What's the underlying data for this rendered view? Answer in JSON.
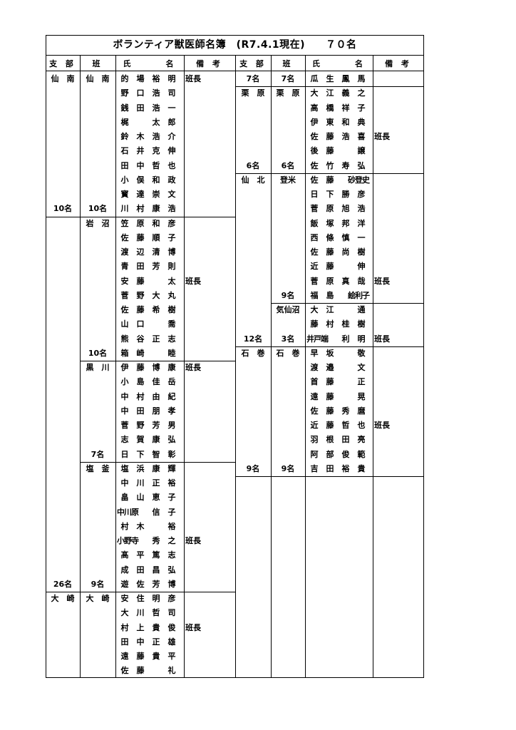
{
  "title": "ボランティア獣医師名簿　(R7.4.1現在)　　７０名",
  "headers": {
    "branch": "支 部",
    "group": "班",
    "name": "氏　　　名",
    "note": "備 考"
  },
  "left": [
    {
      "row": 0,
      "branch": "仙　南",
      "group": "仙　南",
      "name": [
        "的",
        "場",
        "裕",
        "明"
      ],
      "note": "班長"
    },
    {
      "row": 1,
      "name": [
        "野",
        "口",
        "浩",
        "司"
      ]
    },
    {
      "row": 2,
      "name": [
        "銭",
        "田",
        "浩",
        "一"
      ]
    },
    {
      "row": 3,
      "name": [
        "梶",
        "",
        "太",
        "郎"
      ]
    },
    {
      "row": 4,
      "name": [
        "鈴",
        "木",
        "浩",
        "介"
      ]
    },
    {
      "row": 5,
      "name": [
        "石",
        "井",
        "克",
        "伸"
      ]
    },
    {
      "row": 6,
      "name": [
        "田",
        "中",
        "哲",
        "也"
      ]
    },
    {
      "row": 7,
      "name": [
        "小",
        "俣",
        "和",
        "政"
      ]
    },
    {
      "row": 8,
      "name": [
        "寳",
        "達",
        "崇",
        "文"
      ]
    },
    {
      "row": 9,
      "branch": "10名",
      "group": "10名",
      "name": [
        "川",
        "村",
        "康",
        "浩"
      ]
    },
    {
      "row": 10,
      "group": "岩　沼",
      "name": [
        "笠",
        "原",
        "和",
        "彦"
      ]
    },
    {
      "row": 11,
      "name": [
        "佐",
        "藤",
        "順",
        "子"
      ]
    },
    {
      "row": 12,
      "name": [
        "渡",
        "辺",
        "清",
        "博"
      ]
    },
    {
      "row": 13,
      "name": [
        "青",
        "田",
        "芳",
        "則"
      ]
    },
    {
      "row": 14,
      "name": [
        "安",
        "藤",
        "",
        "太"
      ],
      "note": "班長"
    },
    {
      "row": 15,
      "name": [
        "菅",
        "野",
        "大",
        "丸"
      ]
    },
    {
      "row": 16,
      "name": [
        "佐",
        "藤",
        "希",
        "樹"
      ]
    },
    {
      "row": 17,
      "name": [
        "山",
        "口",
        "",
        "喬"
      ]
    },
    {
      "row": 18,
      "name": [
        "熊",
        "谷",
        "正",
        "志"
      ]
    },
    {
      "row": 19,
      "group": "10名",
      "name": [
        "箱",
        "崎",
        "",
        "睦"
      ]
    },
    {
      "row": 20,
      "group": "黒　川",
      "name": [
        "伊",
        "藤",
        "博",
        "康"
      ],
      "note": "班長"
    },
    {
      "row": 21,
      "name": [
        "小",
        "島",
        "佳",
        "岳"
      ]
    },
    {
      "row": 22,
      "name": [
        "中",
        "村",
        "由",
        "紀"
      ]
    },
    {
      "row": 23,
      "name": [
        "中",
        "田",
        "朋",
        "孝"
      ]
    },
    {
      "row": 24,
      "name": [
        "菅",
        "野",
        "芳",
        "男"
      ]
    },
    {
      "row": 25,
      "name": [
        "志",
        "賀",
        "康",
        "弘"
      ]
    },
    {
      "row": 26,
      "group": "7名",
      "name": [
        "日",
        "下",
        "智",
        "彰"
      ]
    },
    {
      "row": 27,
      "group": "塩　釜",
      "name": [
        "塩",
        "浜",
        "康",
        "輝"
      ]
    },
    {
      "row": 28,
      "name": [
        "中",
        "川",
        "正",
        "裕"
      ]
    },
    {
      "row": 29,
      "name": [
        "畠",
        "山",
        "恵",
        "子"
      ]
    },
    {
      "row": 30,
      "name": [
        "中川原",
        "信",
        "子"
      ]
    },
    {
      "row": 31,
      "name": [
        "村",
        "木",
        "",
        "裕"
      ]
    },
    {
      "row": 32,
      "name": [
        "小野寺",
        "秀",
        "之"
      ],
      "note": "班長"
    },
    {
      "row": 33,
      "name": [
        "髙",
        "平",
        "篤",
        "志"
      ]
    },
    {
      "row": 34,
      "name": [
        "成",
        "田",
        "昌",
        "弘"
      ]
    },
    {
      "row": 35,
      "branch": "26名",
      "group": "9名",
      "name": [
        "遊",
        "佐",
        "芳",
        "博"
      ]
    },
    {
      "row": 36,
      "branch": "大　崎",
      "group": "大　崎",
      "name": [
        "安",
        "住",
        "明",
        "彦"
      ]
    },
    {
      "row": 37,
      "name": [
        "大",
        "川",
        "哲",
        "司"
      ]
    },
    {
      "row": 38,
      "name": [
        "村",
        "上",
        "貴",
        "俊"
      ],
      "note": "班長"
    },
    {
      "row": 39,
      "name": [
        "田",
        "中",
        "正",
        "雄"
      ]
    },
    {
      "row": 40,
      "name": [
        "遠",
        "藤",
        "貴",
        "平"
      ]
    },
    {
      "row": 41,
      "name": [
        "佐",
        "藤",
        "",
        "礼"
      ]
    }
  ],
  "right": [
    {
      "row": 0,
      "branch": "7名",
      "group": "7名",
      "name": [
        "瓜",
        "生",
        "鳳",
        "馬"
      ]
    },
    {
      "row": 1,
      "branch": "栗　原",
      "group": "栗　原",
      "name": [
        "大",
        "江",
        "義",
        "之"
      ]
    },
    {
      "row": 2,
      "name": [
        "高",
        "橋",
        "祥",
        "子"
      ]
    },
    {
      "row": 3,
      "name": [
        "伊",
        "東",
        "和",
        "典"
      ]
    },
    {
      "row": 4,
      "name": [
        "佐",
        "藤",
        "浩",
        "喜"
      ],
      "note": "班長"
    },
    {
      "row": 5,
      "name": [
        "後",
        "藤",
        "",
        "譲"
      ]
    },
    {
      "row": 6,
      "branch": "6名",
      "group": "6名",
      "name": [
        "佐",
        "竹",
        "寿",
        "弘"
      ]
    },
    {
      "row": 7,
      "branch": "仙　北",
      "group": "登米",
      "name": [
        "佐",
        "藤",
        "砂登史"
      ]
    },
    {
      "row": 8,
      "name": [
        "日",
        "下",
        "勝",
        "彦"
      ]
    },
    {
      "row": 9,
      "name": [
        "菅",
        "原",
        "旭",
        "浩"
      ]
    },
    {
      "row": 10,
      "name": [
        "飯",
        "塚",
        "邦",
        "洋"
      ]
    },
    {
      "row": 11,
      "name": [
        "西",
        "條",
        "慎",
        "一"
      ]
    },
    {
      "row": 12,
      "name": [
        "佐",
        "藤",
        "尚",
        "樹"
      ]
    },
    {
      "row": 13,
      "name": [
        "近",
        "藤",
        "",
        "伸"
      ]
    },
    {
      "row": 14,
      "name": [
        "菅",
        "原",
        "真",
        "哉"
      ],
      "note": "班長"
    },
    {
      "row": 15,
      "group": "9名",
      "name": [
        "福",
        "島",
        "絵利子"
      ]
    },
    {
      "row": 16,
      "group": "気仙沼",
      "name": [
        "大",
        "江",
        "",
        "通"
      ]
    },
    {
      "row": 17,
      "name": [
        "藤",
        "村",
        "桂",
        "樹"
      ]
    },
    {
      "row": 18,
      "branch": "12名",
      "group": "3名",
      "name": [
        "井戸端",
        "利",
        "明"
      ],
      "note": "班長"
    },
    {
      "row": 19,
      "branch": "石　巻",
      "group": "石　巻",
      "name": [
        "早",
        "坂",
        "",
        "敬"
      ]
    },
    {
      "row": 20,
      "name": [
        "渡",
        "邉",
        "",
        "文"
      ]
    },
    {
      "row": 21,
      "name": [
        "首",
        "藤",
        "",
        "正"
      ]
    },
    {
      "row": 22,
      "name": [
        "遠",
        "藤",
        "",
        "晃"
      ]
    },
    {
      "row": 23,
      "name": [
        "佐",
        "藤",
        "秀",
        "麿"
      ]
    },
    {
      "row": 24,
      "name": [
        "近",
        "藤",
        "哲",
        "也"
      ],
      "note": "班長"
    },
    {
      "row": 25,
      "name": [
        "羽",
        "根",
        "田",
        "亮"
      ]
    },
    {
      "row": 26,
      "name": [
        "阿",
        "部",
        "俊",
        "範"
      ]
    },
    {
      "row": 27,
      "branch": "9名",
      "group": "9名",
      "name": [
        "吉",
        "田",
        "裕",
        "貴"
      ]
    }
  ]
}
